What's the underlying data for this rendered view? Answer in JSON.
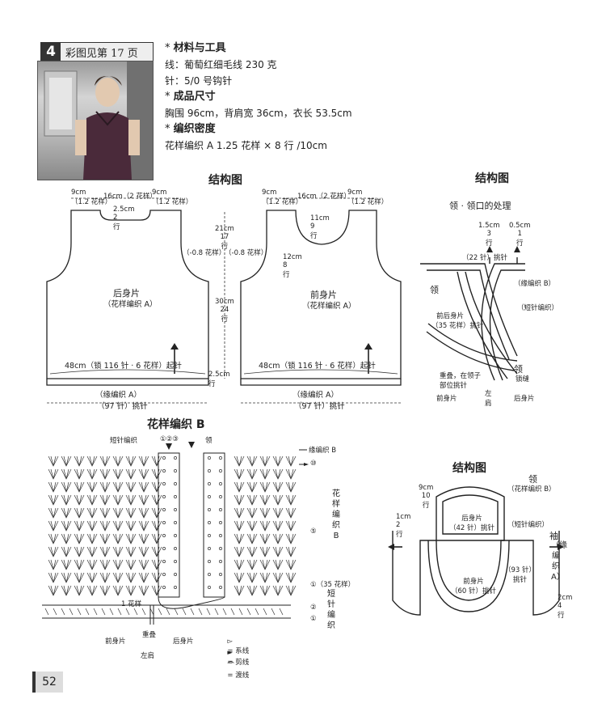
{
  "header": {
    "number": "4",
    "ref": "彩图见第 17 页"
  },
  "info": {
    "materials_title": "材料与工具",
    "yarn": "线：葡萄红细毛线 230 克",
    "hook": "针：5/0 号钩针",
    "size_title": "成品尺寸",
    "size": "胸围 96cm，背肩宽 36cm，衣长 53.5cm",
    "gauge_title": "编织密度",
    "gauge": "花样编织 A  1.25 花样 × 8 行 /10cm"
  },
  "struct1": {
    "title": "结构图",
    "back": {
      "name": "后身片",
      "pattern": "（花样编织 A）",
      "shoulder_left": "9cm\n（1.2 花样）",
      "neck": "16cm（2 花样）",
      "shoulder_right": "9cm\n（1.2 花样）",
      "neck_depth": "2.5cm\n2\n行",
      "bottom": "48cm（锁 116 针 · 6 花样）起针",
      "edging": "（缘编织 A）",
      "pickup": "（97 针）挑针"
    },
    "front": {
      "name": "前身片",
      "pattern": "（花样编织 A）",
      "shoulder_left": "9cm\n（1.2 花样）",
      "neck": "16cm（2 花样）",
      "shoulder_right": "9cm\n（1.2 花样）",
      "neck_depth1": "11cm\n9\n行",
      "neck_depth2": "12cm\n8\n行",
      "bottom": "48cm（锁 116 针 · 6 花样）起针",
      "edging": "（缘编织 A）",
      "pickup": "（97 针）挑针"
    },
    "middle": {
      "armhole": "21cm\n17\n行",
      "dec_left": "（-0.8 花样）",
      "dec_right": "（-0.8 花样）",
      "body": "30cm\n24\n行",
      "hem": "2.5cm\n行"
    }
  },
  "struct2": {
    "title": "结构图",
    "subtitle": "领 · 领口的处理",
    "dim1": "1.5cm\n3\n行",
    "dim2": "0.5cm\n1\n行",
    "stitches": "（22 针）挑针",
    "edge_b": "（缘编织 B）",
    "sc": "（短针编织）",
    "collar": "领",
    "front_back": "前后身片",
    "pickup35": "（35 花样）挑针",
    "overlap": "重叠，在领子\n部位挑针",
    "left_shoulder": "左\n肩",
    "front_part": "前身片",
    "back_part": "后身片",
    "collar2": "领",
    "seam": "锁缝"
  },
  "pattern_b": {
    "title": "花样编织 B",
    "sc_label": "短针编织",
    "rows": "①②③",
    "collar": "领",
    "edge_b": "缘编织 B",
    "row10": "⑩",
    "row5": "⑤",
    "row1": "①（35 花样）",
    "row2": "②",
    "row1b": "①",
    "side_label": "花样编织B",
    "side_label2": "短针编织",
    "one_pattern": "1 花样",
    "overlap": "重叠",
    "front_part": "前身片",
    "back_part": "后身片",
    "left_shoulder": "左肩"
  },
  "legend": {
    "slip": "= 系线",
    "cut": "= 剪线",
    "carry": "= 渡线"
  },
  "struct3": {
    "title": "结构图",
    "collar": "领",
    "collar_edge": "（花样编织 B）",
    "neck_w": "9cm\n10\n行",
    "neck_h": "1cm\n2\n行",
    "back_pick": "后身片\n（42 针）挑针",
    "sc": "（短针编织）",
    "sleeve": "袖",
    "sleeve_edge": "（缘编织A）",
    "front_pick": "前身片\n（60 针）挑针",
    "arm_pick": "（93 针）\n挑针",
    "arm_h": "2cm\n4\n行"
  },
  "page": {
    "number": "52"
  },
  "colors": {
    "ink": "#222222",
    "paper": "#ffffff"
  }
}
